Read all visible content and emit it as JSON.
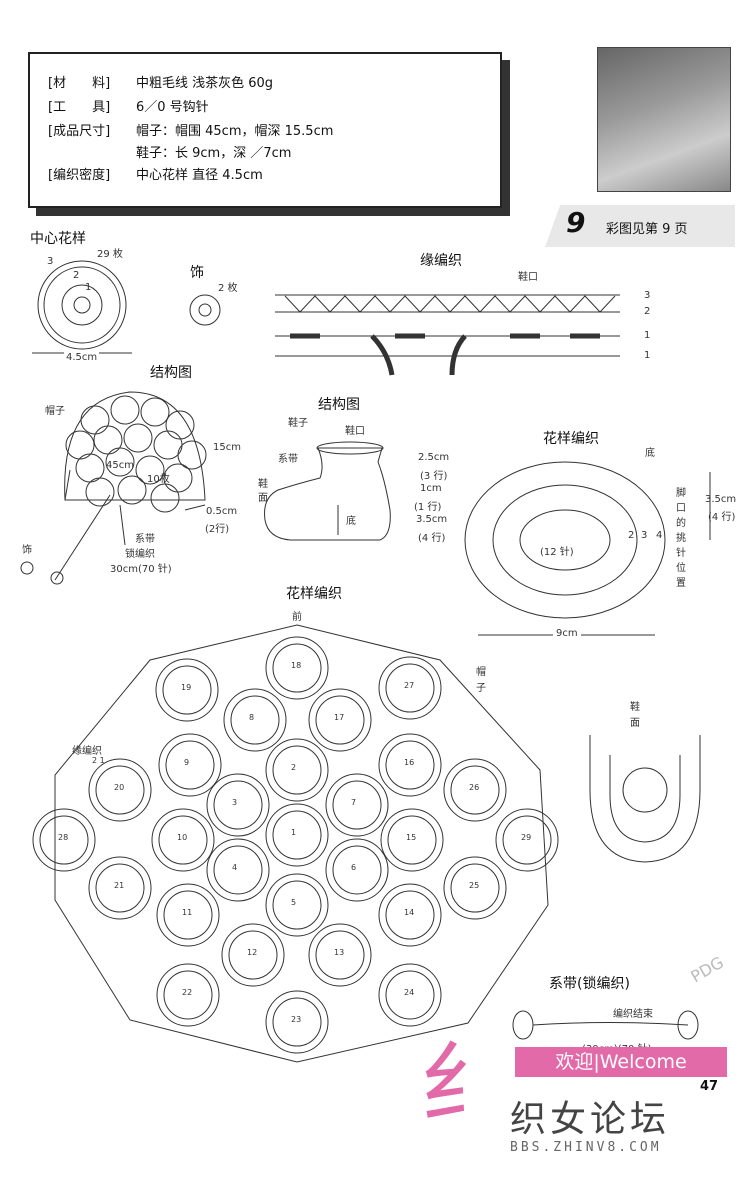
{
  "materials": [
    {
      "label": "[材　　料]",
      "value": "中粗毛线  浅茶灰色 60g"
    },
    {
      "label": "[工　　具]",
      "value": "6／0 号钩针"
    },
    {
      "label": "[成品尺寸]",
      "value": "帽子：帽围 45cm，帽深 15.5cm"
    },
    {
      "label": "",
      "value": "鞋子：长 9cm，深 ／7cm"
    },
    {
      "label": "[编织密度]",
      "value": "中心花样  直径 4.5cm"
    }
  ],
  "header": {
    "number": "9",
    "color_ref": "彩图见第 9 页"
  },
  "center_motif": {
    "title": "中心花样",
    "count": "29 枚",
    "width": "4.5cm",
    "rows": [
      "3",
      "2",
      "1"
    ]
  },
  "decoration": {
    "title": "饰",
    "count": "2 枚"
  },
  "edge": {
    "title": "缘编织",
    "opening": "鞋口",
    "rows": [
      "3",
      "2",
      "1",
      "1"
    ]
  },
  "hat_structure": {
    "title": "结构图",
    "hat": "帽子",
    "depth": "15cm",
    "diameter": "45cm",
    "pieces": "10枚",
    "border": "0.5cm",
    "border_rows": "(2行)",
    "deco": "饰",
    "tie": "系带",
    "tie_stitch": "锁编织",
    "tie_len": "30cm(70 针)"
  },
  "shoe_structure": {
    "title": "结构图",
    "shoe": "鞋子",
    "opening": "鞋口",
    "tie": "系带",
    "upper": "鞋面",
    "sole": "底",
    "dims": [
      "2.5cm",
      "(3 行)",
      "1cm",
      "(1 行)",
      "3.5cm",
      "(4 行)"
    ]
  },
  "sole_pattern": {
    "title": "花样编织",
    "sole": "底",
    "height": "3.5cm",
    "height_rows": "(4 行)",
    "side_note": "脚口的挑针位置",
    "center": "(12 针)",
    "width": "9cm",
    "rows": [
      "2",
      "3",
      "4"
    ]
  },
  "hat_pattern": {
    "title": "花样编织",
    "front": "前",
    "hat": "帽子",
    "edge": "缘编织",
    "edge_rows": "2 1",
    "motifs": [
      "1",
      "2",
      "3",
      "4",
      "5",
      "6",
      "7",
      "8",
      "9",
      "10",
      "11",
      "12",
      "13",
      "14",
      "15",
      "16",
      "17",
      "18",
      "19",
      "20",
      "21",
      "22",
      "23",
      "24",
      "25",
      "26",
      "27",
      "28",
      "29"
    ]
  },
  "shoe_face": {
    "title": "鞋面"
  },
  "tie_chain": {
    "title": "系带(锁编织)",
    "end": "编织结束",
    "len": "(30cm)(70 针)"
  },
  "watermark": {
    "pdg": "PDG",
    "welcome": "欢迎|Welcome",
    "forum": "织女论坛",
    "url": "BBS.ZHINV8.COM",
    "page": "47"
  }
}
